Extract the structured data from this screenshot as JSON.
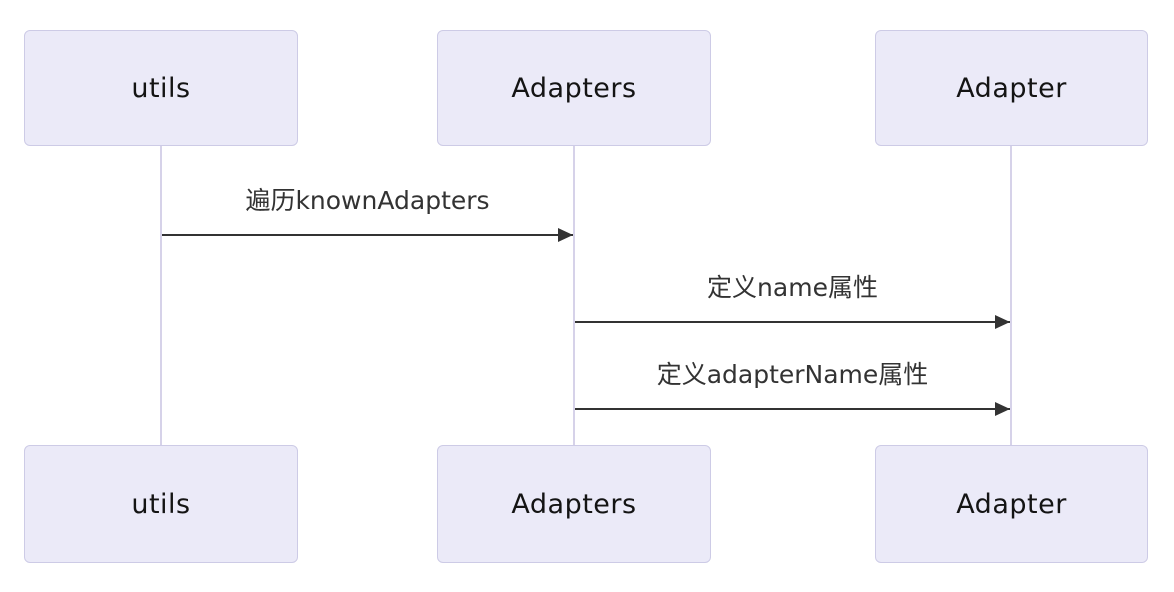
{
  "diagram": {
    "type": "sequence-diagram",
    "background_color": "#ffffff",
    "actor_fill_color": "#ebeaf8",
    "actor_border_color": "#cdcbe6",
    "lifeline_color": "#d6d2e9",
    "arrow_color": "#333333",
    "actor_text_color": "#141414",
    "message_text_color": "#333333"
  },
  "actors": [
    {
      "label": "utils"
    },
    {
      "label": "Adapters"
    },
    {
      "label": "Adapter"
    }
  ],
  "messages": [
    {
      "from": "utils",
      "to": "Adapters",
      "label": "遍历knownAdapters",
      "arrow": "solid-filled-head"
    },
    {
      "from": "Adapters",
      "to": "Adapter",
      "label": "定义name属性",
      "arrow": "solid-filled-head"
    },
    {
      "from": "Adapters",
      "to": "Adapter",
      "label": "定义adapterName属性",
      "arrow": "solid-filled-head"
    }
  ]
}
